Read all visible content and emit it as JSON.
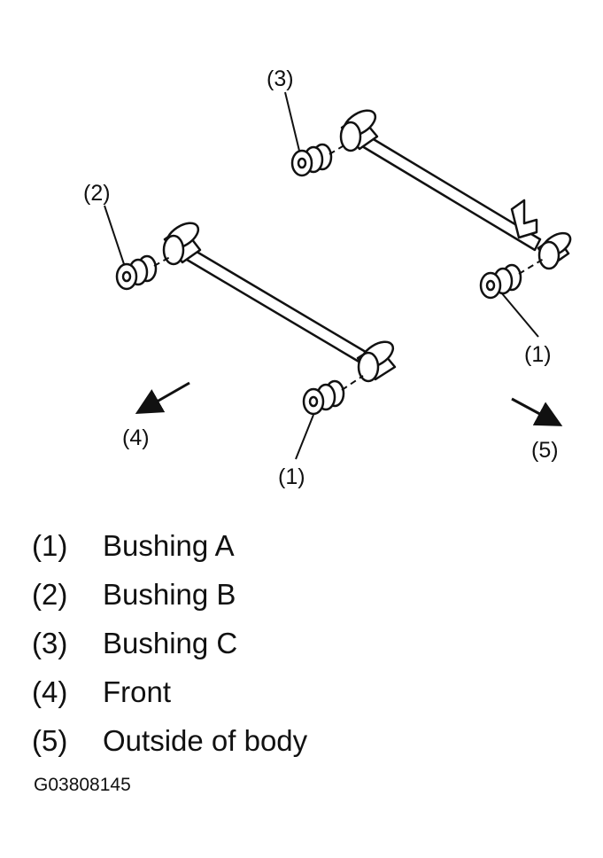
{
  "callouts": {
    "bushing_a_right": "(1)",
    "bushing_a_left": "(1)",
    "bushing_b": "(2)",
    "bushing_c": "(3)",
    "front": "(4)",
    "outside": "(5)"
  },
  "legend": [
    {
      "number": "(1)",
      "label": "Bushing A"
    },
    {
      "number": "(2)",
      "label": "Bushing B"
    },
    {
      "number": "(3)",
      "label": "Bushing C"
    },
    {
      "number": "(4)",
      "label": "Front"
    },
    {
      "number": "(5)",
      "label": "Outside of body"
    }
  ],
  "figure_id": "G03808145"
}
